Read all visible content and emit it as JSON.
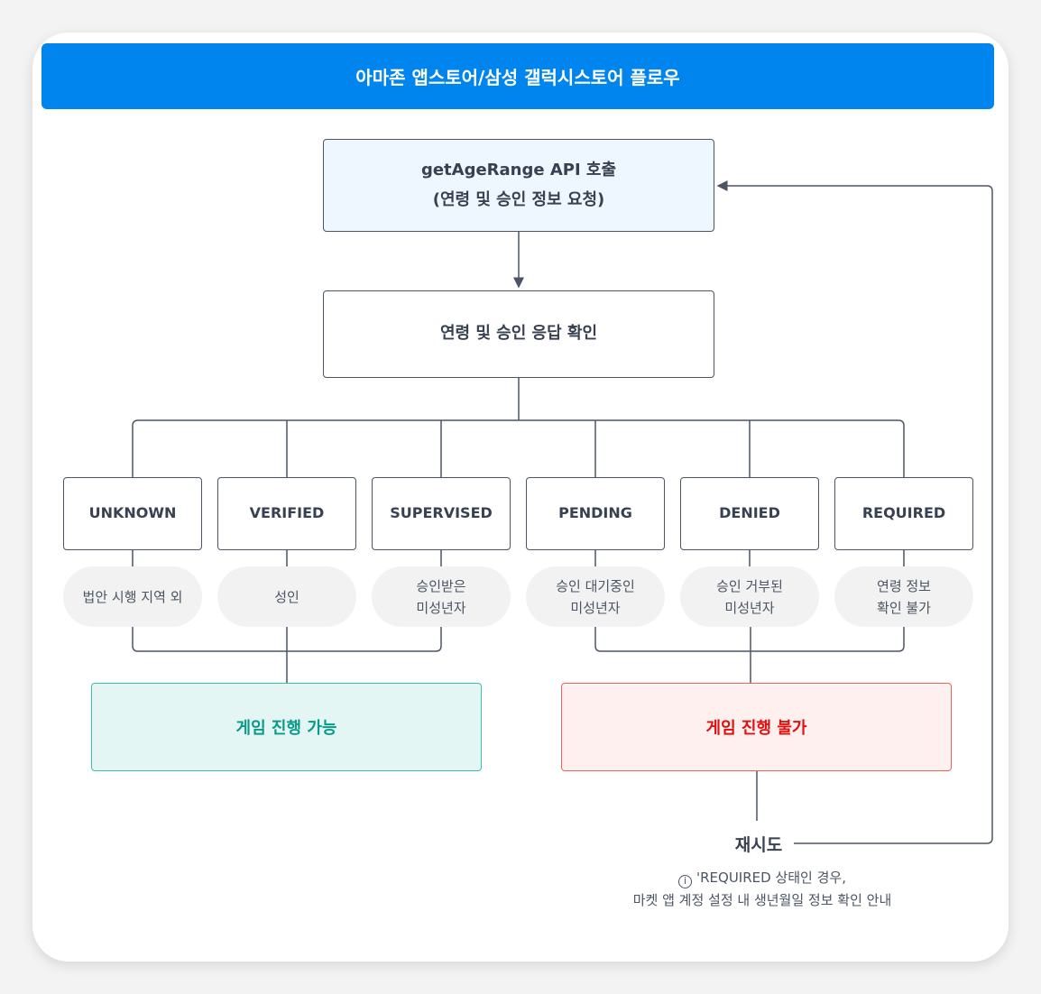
{
  "title": "아마존 앱스토어/삼성 갤럭시스토어 플로우",
  "api_box": {
    "line1": "getAgeRange API 호출",
    "line2": "(연령 및 승인 정보 요청)"
  },
  "check_box": "연령 및 승인 응답 확인",
  "statuses": [
    {
      "code": "UNKNOWN",
      "desc1": "법안 시행 지역 외",
      "desc2": ""
    },
    {
      "code": "VERIFIED",
      "desc1": "성인",
      "desc2": ""
    },
    {
      "code": "SUPERVISED",
      "desc1": "승인받은",
      "desc2": "미성년자"
    },
    {
      "code": "PENDING",
      "desc1": "승인 대기중인",
      "desc2": "미성년자"
    },
    {
      "code": "DENIED",
      "desc1": "승인 거부된",
      "desc2": "미성년자"
    },
    {
      "code": "REQUIRED",
      "desc1": "연령 정보",
      "desc2": "확인 불가"
    }
  ],
  "allowed": "게임 진행 가능",
  "blocked": "게임 진행 불가",
  "retry": "재시도",
  "note": {
    "line1": "'REQUIRED 상태인 경우,",
    "line2": "마켓 앱 계정 설정 내 생년월일 정보 확인 안내"
  },
  "colors": {
    "header": "#0084ee",
    "allowed": "#0a9a8a",
    "blocked": "#e01010"
  }
}
